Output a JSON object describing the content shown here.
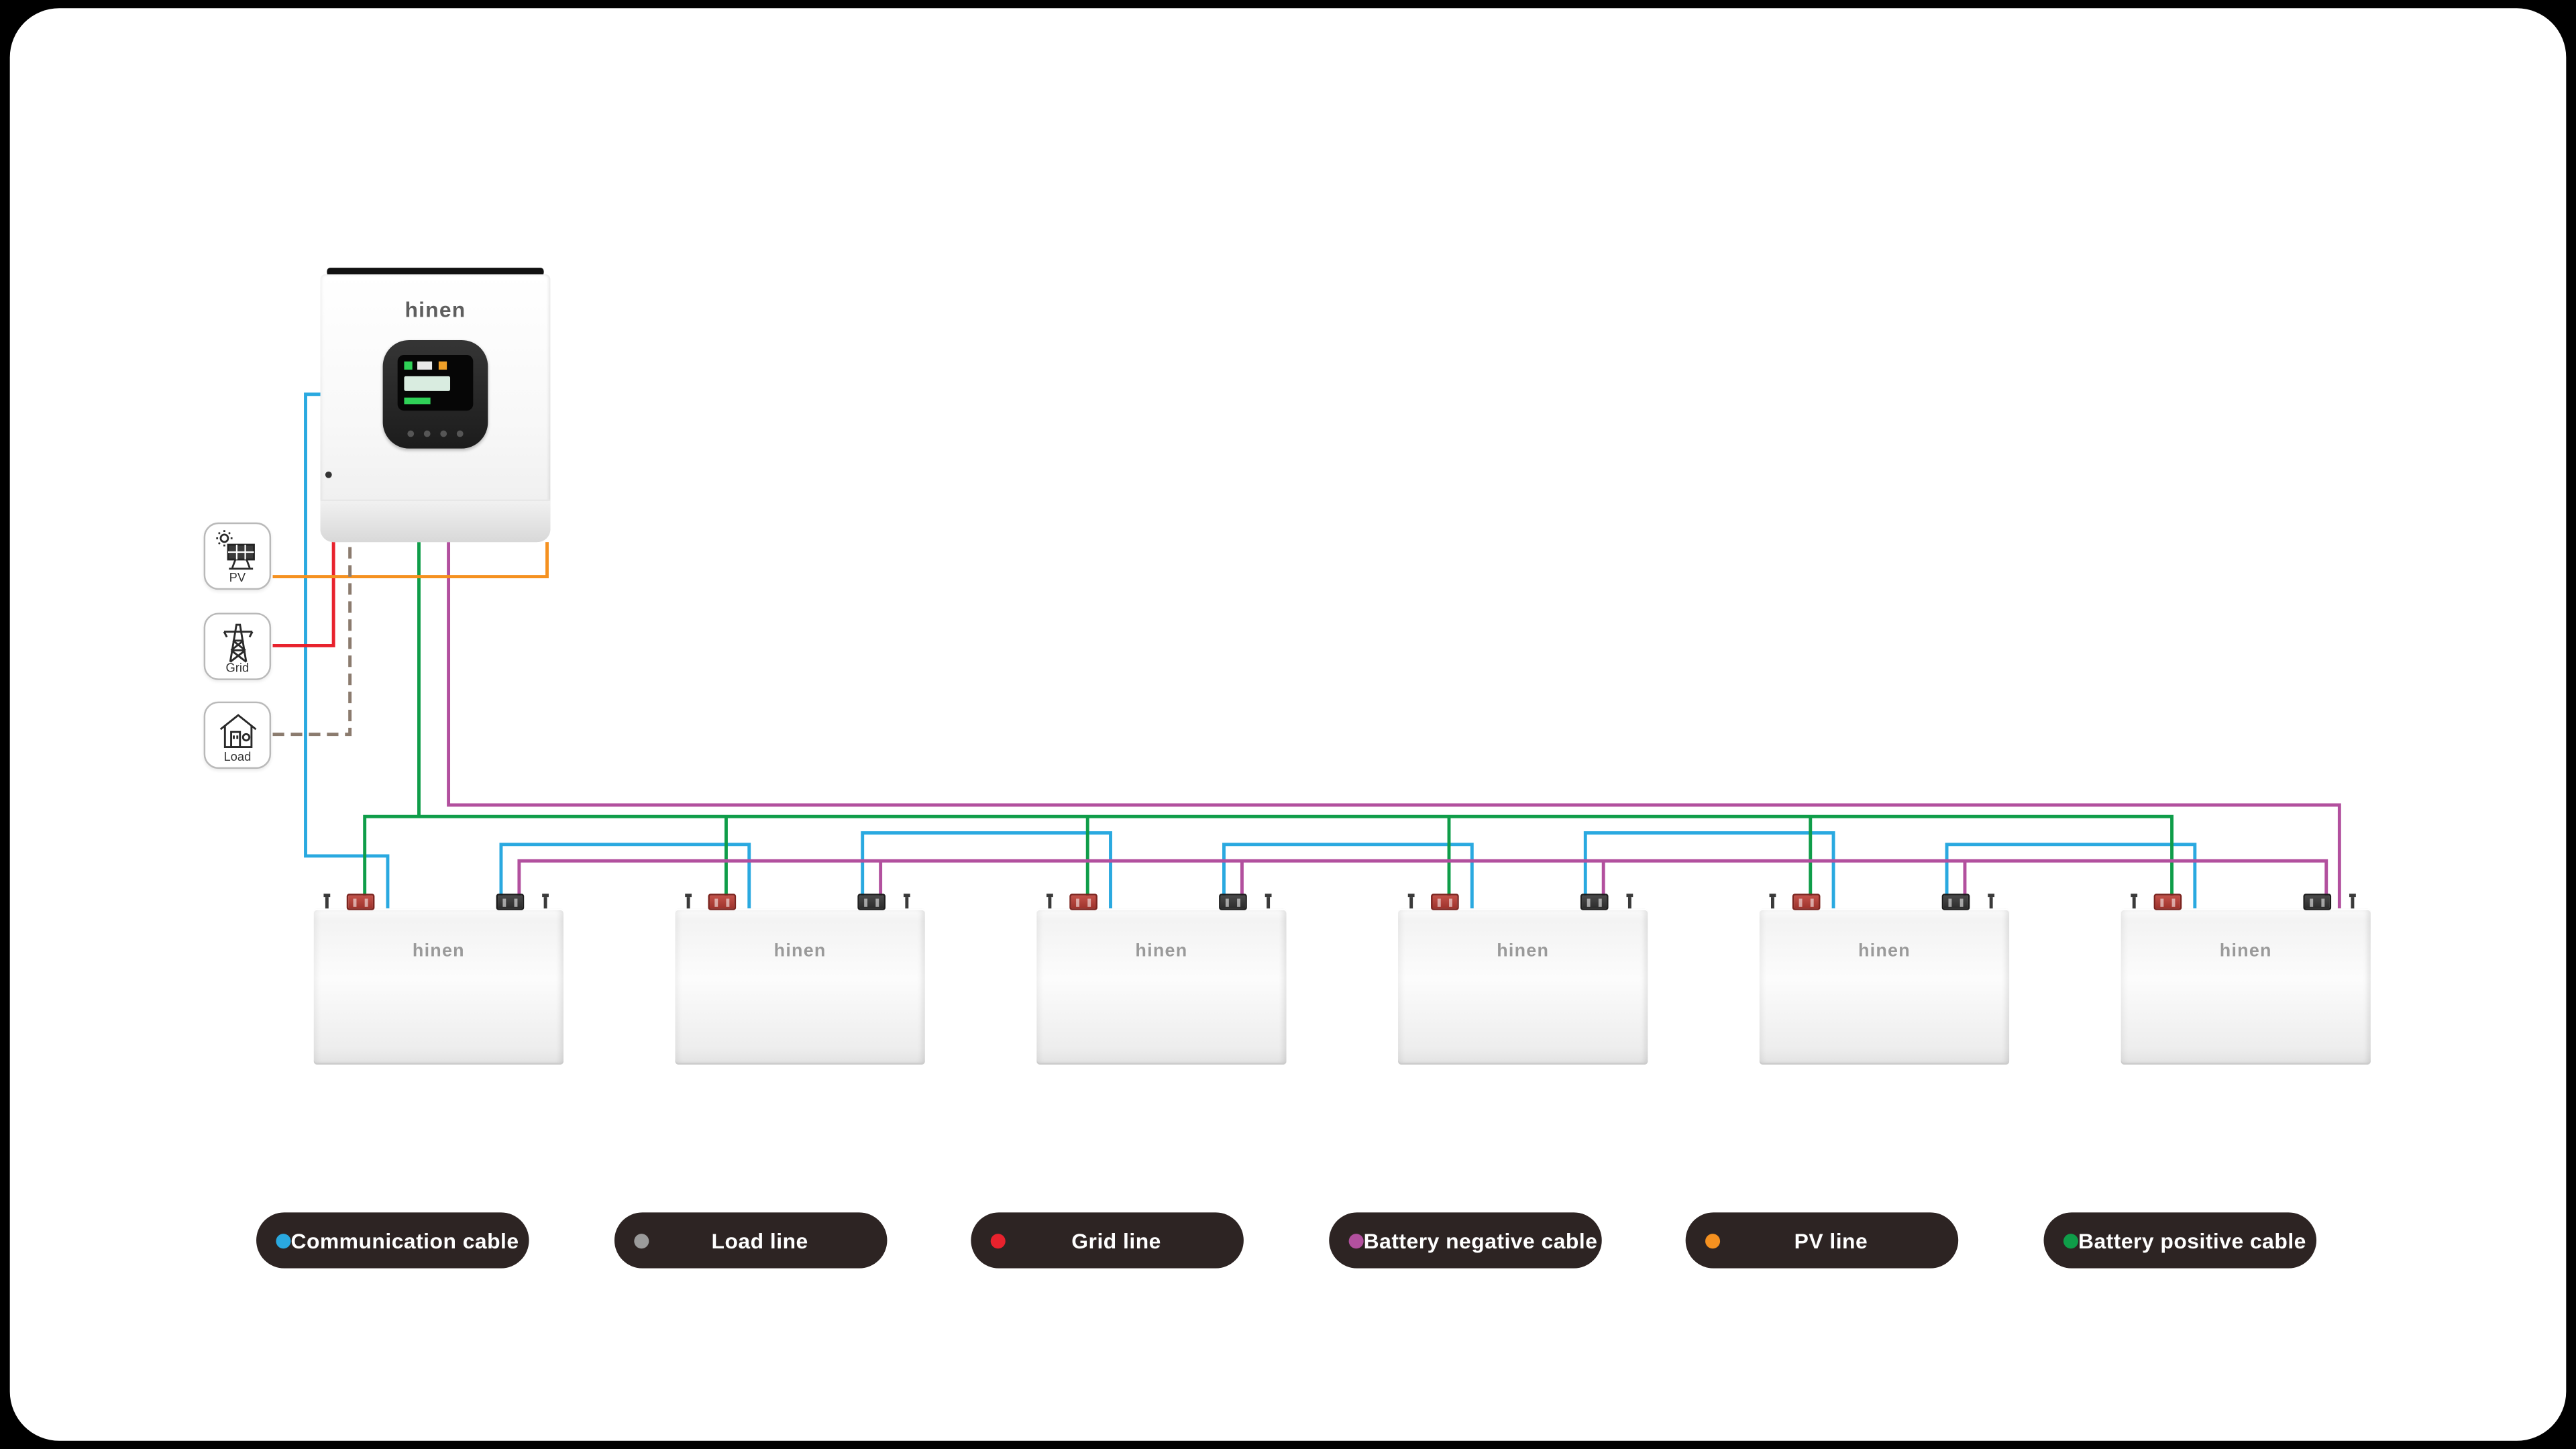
{
  "colors": {
    "communication": "#2aa9e0",
    "load_line": "#8b7b6e",
    "grid": "#e8222d",
    "battery_negative": "#b2509e",
    "pv": "#f59120",
    "battery_positive": "#0f9d49",
    "pill_bg": "#2d2423"
  },
  "inverter": {
    "brand": "hinen"
  },
  "sources": [
    {
      "label": "PV"
    },
    {
      "label": "Grid"
    },
    {
      "label": "Load"
    }
  ],
  "batteries": [
    {
      "brand": "hinen"
    },
    {
      "brand": "hinen"
    },
    {
      "brand": "hinen"
    },
    {
      "brand": "hinen"
    },
    {
      "brand": "hinen"
    },
    {
      "brand": "hinen"
    }
  ],
  "legend": [
    {
      "label": "Communication cable",
      "color": "#2aa9e0"
    },
    {
      "label": "Load line",
      "color": "#9b9b9b"
    },
    {
      "label": "Grid line",
      "color": "#e8222d"
    },
    {
      "label": "Battery negative cable",
      "color": "#b2509e"
    },
    {
      "label": "PV line",
      "color": "#f59120"
    },
    {
      "label": "Battery positive cable",
      "color": "#0f9d49"
    }
  ]
}
